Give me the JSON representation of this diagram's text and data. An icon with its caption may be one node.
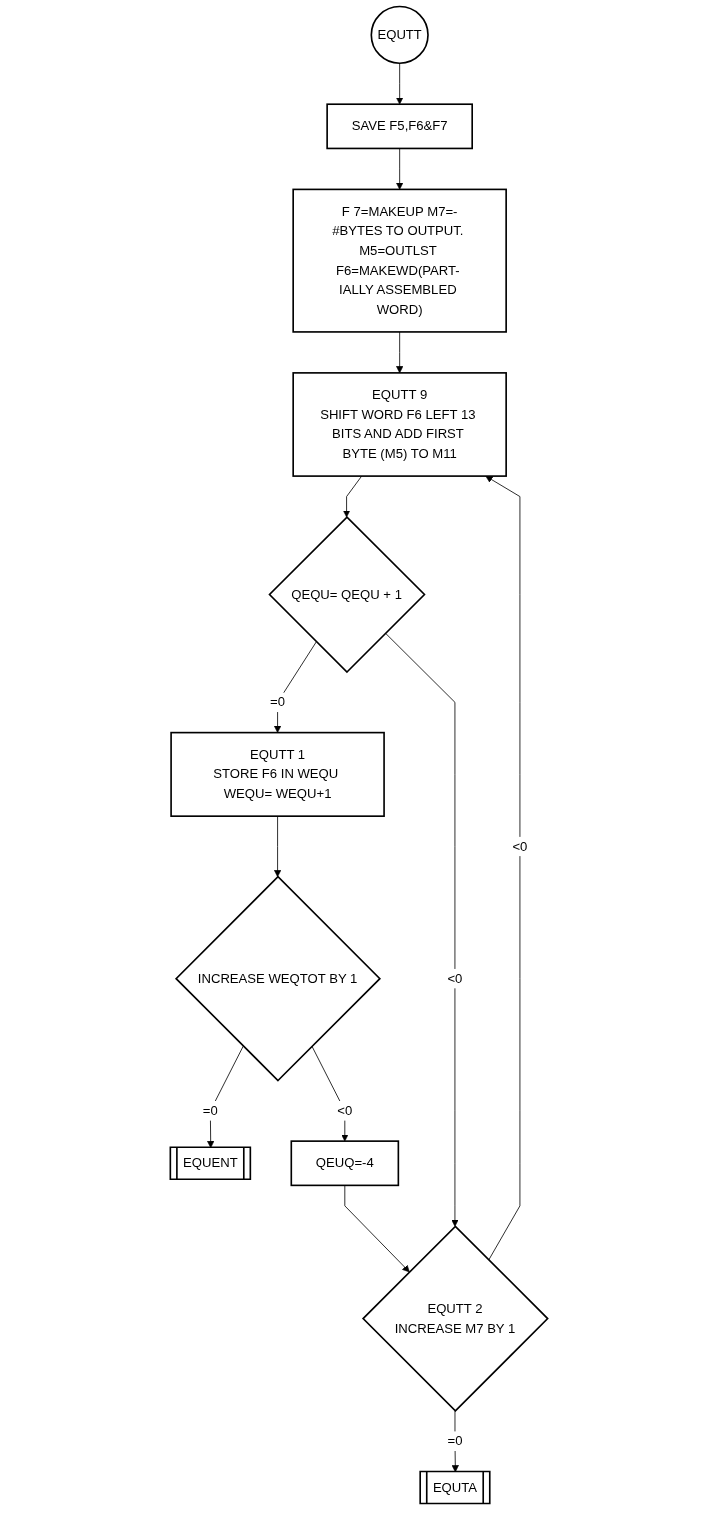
{
  "diagram": {
    "nodes": [
      {
        "text": [
          "EQUTT"
        ]
      },
      {
        "text": [
          "SAVE F5,F6&F7"
        ]
      },
      {
        "text": [
          "F 7=MAKEUP M7=-#BYTES TO OUTPUT. M5=OUTLST F6=MAKEWD(PART- IALLY ASSEMBLED WORD)"
        ]
      },
      {
        "text": [
          "EQUTT 9",
          "SHIFT WORD F6 LEFT 13 BITS AND ADD FIRST BYTE (M5) TO M11"
        ]
      },
      {
        "text": [
          "QEQU= QEQU + 1"
        ]
      },
      {
        "text": [
          "EQUTT 1",
          "STORE F6 IN WEQU WEQU= WEQU+1"
        ]
      },
      {
        "text": [
          "INCREASE WEQTOT BY 1"
        ]
      },
      {
        "text": [
          "EQUENT"
        ]
      },
      {
        "text": [
          "QEUQ=-4"
        ]
      },
      {
        "text": [
          "EQUTT 2",
          "INCREASE M7 BY 1"
        ]
      },
      {
        "text": [
          "EQUTA"
        ]
      }
    ],
    "edges": [
      {
        "from": 0,
        "to": 1,
        "arrow": "to"
      },
      {
        "from": 1,
        "to": 2,
        "arrow": "to"
      },
      {
        "from": 2,
        "to": 3,
        "arrow": "to"
      },
      {
        "from": 3,
        "to": 4,
        "arrow": "to"
      },
      {
        "from": 4,
        "to": 5,
        "label": "=0",
        "arrow": "to"
      },
      {
        "from": 4,
        "to": 9,
        "label": "<0",
        "arrow": "to"
      },
      {
        "from": 5,
        "to": 6,
        "arrow": "to"
      },
      {
        "from": 6,
        "to": 7,
        "label": "=0",
        "arrow": "to"
      },
      {
        "from": 6,
        "to": 8,
        "label": "<0",
        "arrow": "to"
      },
      {
        "from": 8,
        "to": 9,
        "arrow": "to"
      },
      {
        "from": 9,
        "to": 3,
        "label": "<0",
        "arrow": "to"
      },
      {
        "from": 9,
        "to": 10,
        "label": "=0",
        "arrow": "to"
      }
    ]
  }
}
